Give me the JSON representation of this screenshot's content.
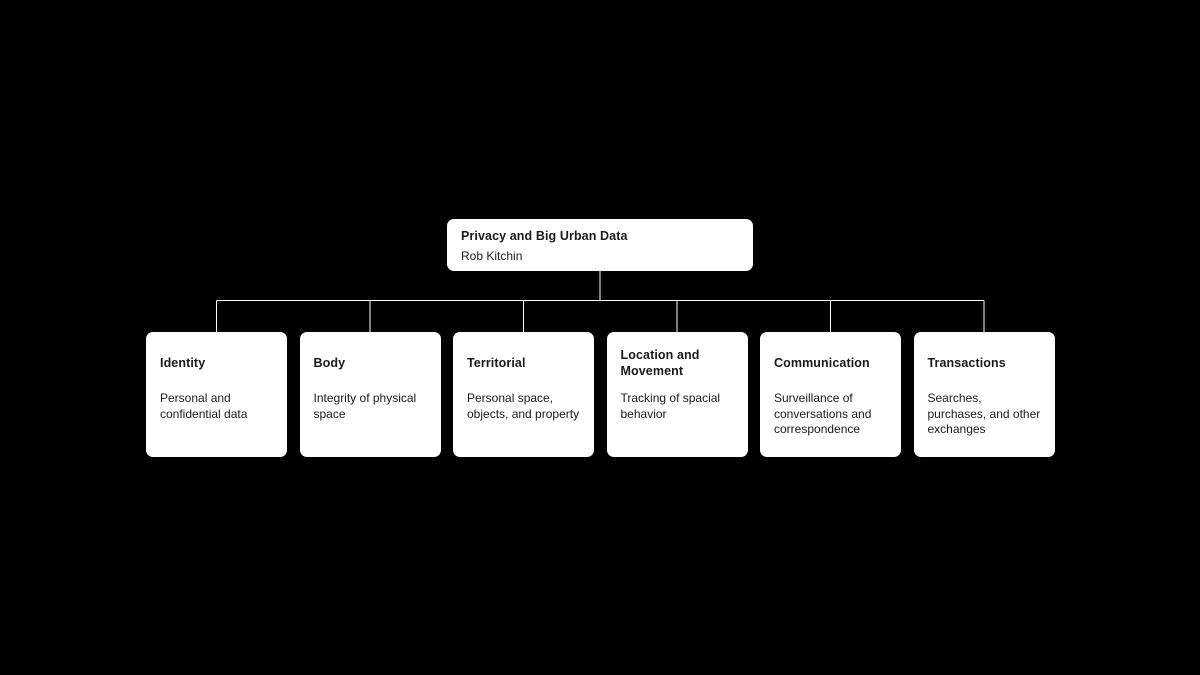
{
  "theme": {
    "background": "#000000",
    "node_fill": "#ffffff",
    "node_text": "#1a1a1a",
    "connector": "#ffffff"
  },
  "diagram": {
    "root": {
      "title": "Privacy and Big Urban Data",
      "subtitle": "Rob Kitchin"
    },
    "children": [
      {
        "title": "Identity",
        "description": "Personal and confidential data"
      },
      {
        "title": "Body",
        "description": "Integrity of physical space"
      },
      {
        "title": "Territorial",
        "description": "Personal space, objects, and property"
      },
      {
        "title": "Location and Movement",
        "description": "Tracking of spacial behavior"
      },
      {
        "title": "Communication",
        "description": "Surveillance of conversations and correspondence"
      },
      {
        "title": "Transactions",
        "description": "Searches, purchases, and other exchanges"
      }
    ]
  }
}
